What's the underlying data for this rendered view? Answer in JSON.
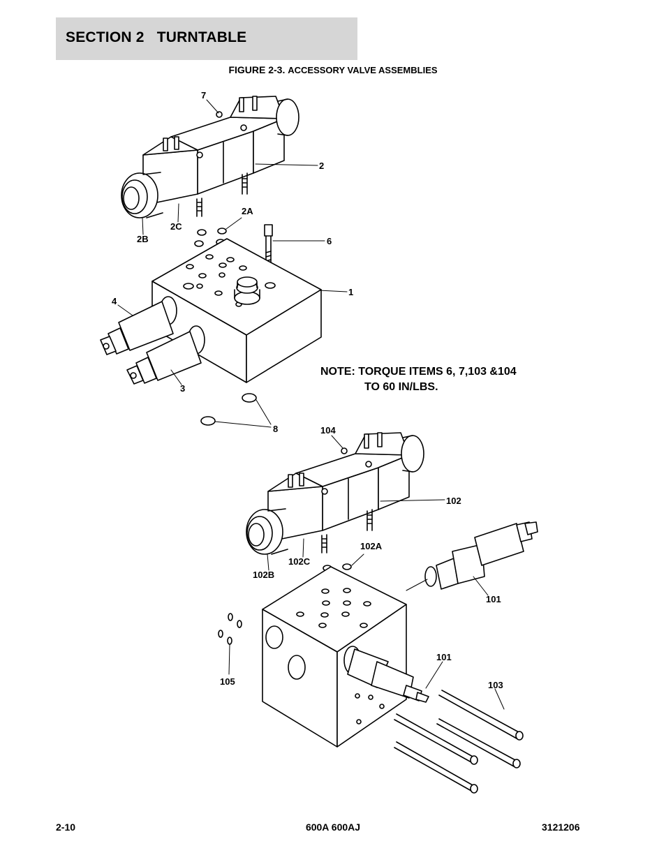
{
  "header": {
    "section_title": "SECTION 2   TURNTABLE",
    "figure_label": "FIGURE 2-3.",
    "figure_caption": "ACCESSORY VALVE ASSEMBLIES"
  },
  "callouts": {
    "c7": "7",
    "c2": "2",
    "c2A": "2A",
    "c2C": "2C",
    "c2B": "2B",
    "c6": "6",
    "c1": "1",
    "c4": "4",
    "c3": "3",
    "c8": "8",
    "c104": "104",
    "c102": "102",
    "c102A": "102A",
    "c102C": "102C",
    "c102B": "102B",
    "c101a": "101",
    "c101b": "101",
    "c103": "103",
    "c105": "105"
  },
  "note": {
    "line1": "NOTE: TORQUE ITEMS 6, 7,103 &104",
    "line2": "TO 60 IN/LBS."
  },
  "footer": {
    "page_number": "2-10",
    "model": "600A 600AJ",
    "doc_number": "3121206"
  }
}
